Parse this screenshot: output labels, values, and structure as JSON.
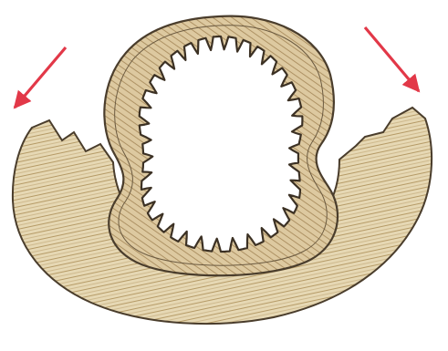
{
  "diagram": {
    "colors": {
      "background": "#ffffff",
      "outer_fill": "#e6d8b4",
      "outer_hatch": "#b59a66",
      "inner_fill": "#ddc9a0",
      "outline": "#4a3d2c",
      "arrow": "#e23848"
    },
    "elements": {
      "outer_layer": "outer-split-layer",
      "inner_wall": "inner-folded-wall",
      "lumen": "central-lumen",
      "folds": "mucosal-folds",
      "arrows": [
        "left-arrow",
        "right-arrow"
      ]
    }
  }
}
